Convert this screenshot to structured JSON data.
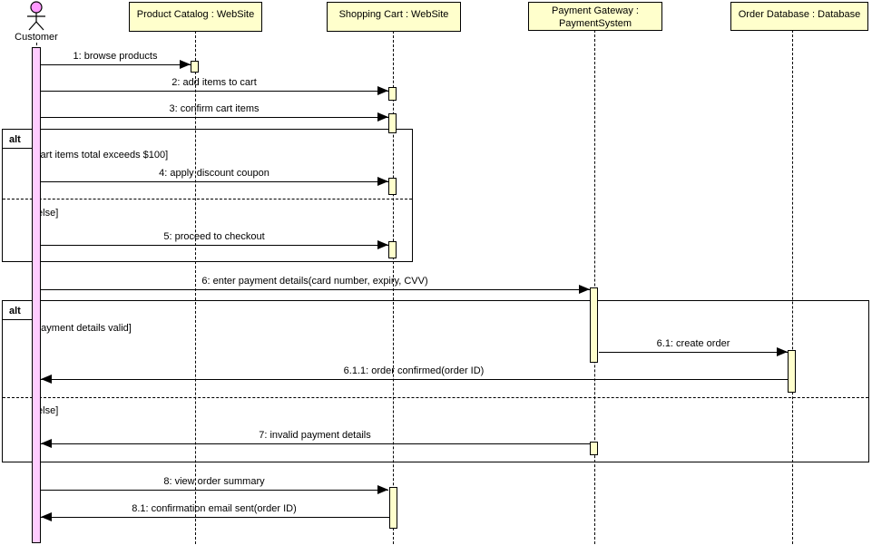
{
  "diagram_type": "UML sequence diagram",
  "actor": {
    "name": "Customer"
  },
  "lifelines": [
    {
      "label": "Product Catalog : WebSite"
    },
    {
      "label": "Shopping Cart : WebSite"
    },
    {
      "label": "Payment Gateway : PaymentSystem"
    },
    {
      "label": "Order Database : Database"
    }
  ],
  "fragments": [
    {
      "operator": "alt",
      "guard": "[cart items total exceeds $100]",
      "else_guard": "[else]"
    },
    {
      "operator": "alt",
      "guard": "[payment details valid]",
      "else_guard": "[else]"
    }
  ],
  "messages": [
    {
      "label": "1: browse products",
      "from": "Customer",
      "to": "Product Catalog : WebSite"
    },
    {
      "label": "2: add items to cart",
      "from": "Customer",
      "to": "Shopping Cart : WebSite"
    },
    {
      "label": "3: confirm cart items",
      "from": "Customer",
      "to": "Shopping Cart : WebSite"
    },
    {
      "label": "4: apply discount coupon",
      "from": "Customer",
      "to": "Shopping Cart : WebSite"
    },
    {
      "label": "5: proceed to checkout",
      "from": "Customer",
      "to": "Shopping Cart : WebSite"
    },
    {
      "label": "6: enter payment details(card number, expiry, CVV)",
      "from": "Customer",
      "to": "Payment Gateway : PaymentSystem"
    },
    {
      "label": "6.1: create order",
      "from": "Payment Gateway : PaymentSystem",
      "to": "Order Database : Database"
    },
    {
      "label": "6.1.1: order confirmed(order ID)",
      "from": "Order Database : Database",
      "to": "Customer"
    },
    {
      "label": "7: invalid payment details",
      "from": "Payment Gateway : PaymentSystem",
      "to": "Customer"
    },
    {
      "label": "8: view order summary",
      "from": "Customer",
      "to": "Shopping Cart : WebSite"
    },
    {
      "label": "8.1: confirmation email sent(order ID)",
      "from": "Shopping Cart : WebSite",
      "to": "Customer"
    }
  ],
  "colors": {
    "background": "#FFFFFF",
    "box_fill": "#FFFFCC",
    "box_border": "#000000",
    "activation_fill": "#FFFFCC",
    "actor_activation_fill": "#FFCCFF",
    "actor_head_fill": "#FF99FF",
    "line": "#000000"
  }
}
